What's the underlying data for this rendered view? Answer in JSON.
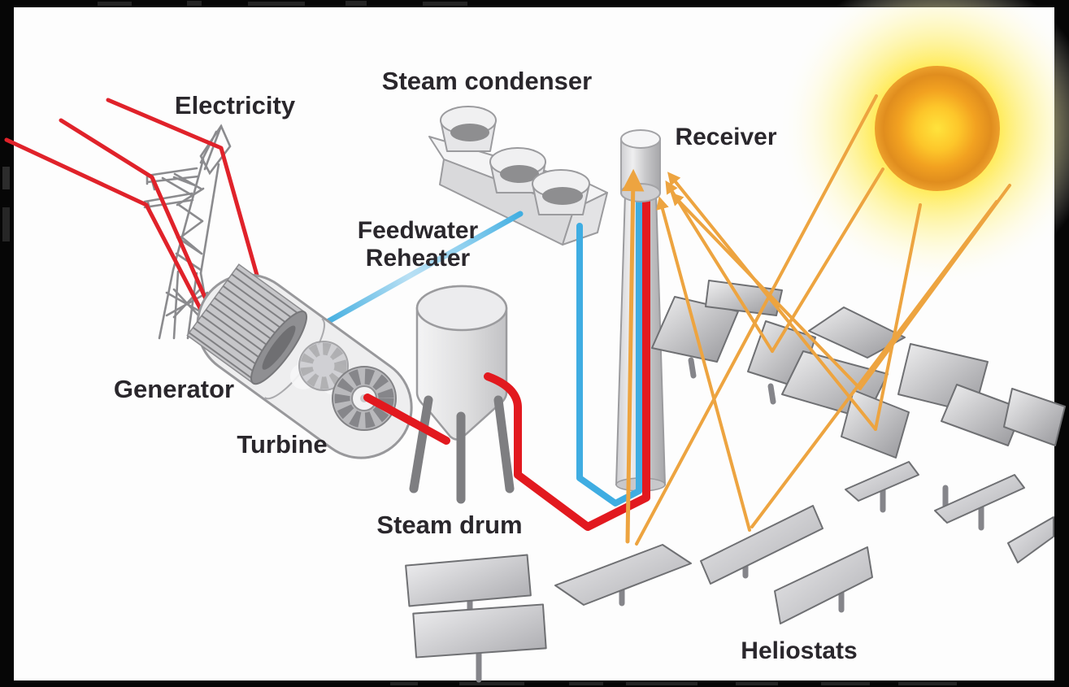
{
  "labels": {
    "electricity": "Electricity",
    "steam_condenser": "Steam condenser",
    "receiver": "Receiver",
    "feedwater_line1": "Feedwater",
    "feedwater_line2": "Reheater",
    "generator": "Generator",
    "turbine": "Turbine",
    "steam_drum": "Steam drum",
    "heliostats": "Heliostats"
  },
  "colors": {
    "label_text": "#2a272c",
    "wire_red": "#e0222a",
    "pipe_hot_red": "#e2191f",
    "pipe_water_blue": "#3fade2",
    "ray_orange": "#eda440",
    "structure_gray": "#98989b",
    "structure_dark_gray": "#7e7e81",
    "sun_core_orange": "#f2a120",
    "sun_glow_yellow": "#ffe63a",
    "frame_black": "#060606",
    "canvas_white": "#fdfdfd"
  },
  "components": [
    "sun-icon",
    "heliostat-field",
    "receiver-tower",
    "receiver",
    "steam-drum",
    "steam-condenser",
    "turbine",
    "generator",
    "transmission-tower",
    "power-lines",
    "sun-rays",
    "reflected-rays",
    "hot-steam-pipe",
    "feedwater-pipe"
  ]
}
